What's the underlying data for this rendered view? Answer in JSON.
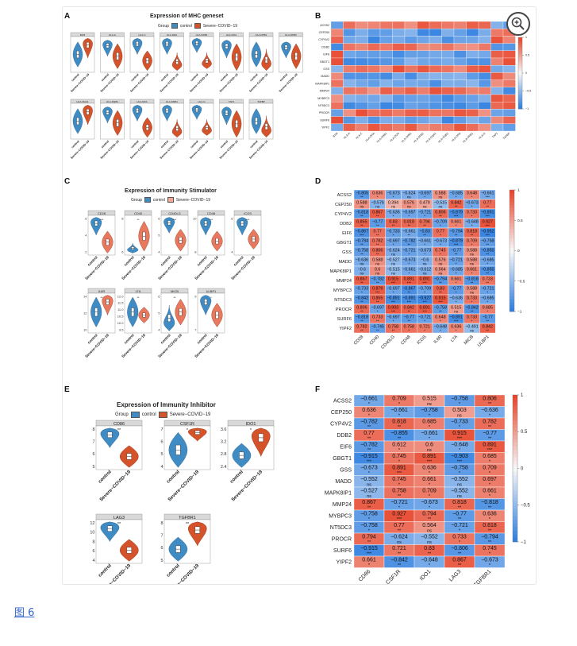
{
  "caption": "图 6",
  "colors": {
    "control": "#3f8bc4",
    "severe": "#d5532b",
    "heat_pos": "#e8452b",
    "heat_neg": "#2f7fe0",
    "caption_link": "#3366cc"
  },
  "legend": {
    "group_label": "Group",
    "control": "control",
    "severe": "Severe−COVID−19"
  },
  "genes": [
    "ACSS2",
    "CEP250",
    "CYP4V2",
    "DDB2",
    "EIF6",
    "GBGT1",
    "GSS",
    "MADD",
    "MAPK8IP1",
    "MMP24",
    "MYBPC3",
    "NT5DC3",
    "PROCR",
    "SURF6",
    "YIPF2"
  ],
  "colorbar_ticks": [
    "1",
    "0.5",
    "0",
    "−0.5",
    "−1"
  ],
  "panel_a": {
    "label": "A",
    "title": "Expression of MHC geneset",
    "facets": [
      "B2M",
      "HLA-A",
      "HLA-C",
      "HLA-DRA",
      "HLA-DRB1",
      "HLA-DOA",
      "HLA-DPB1",
      "HLA-DPB2",
      "HLA-DQA1",
      "HLA-DQB1",
      "HLA-DRA",
      "HLA-DRB1",
      "HLA-G",
      "TAP1",
      "TAPBP"
    ]
  },
  "panel_b": {
    "label": "B",
    "columns": [
      "B2M",
      "HLA-A",
      "HLA-C",
      "HLA-DRA",
      "HLA-DRB1",
      "HLA-DOA",
      "HLA-DPB1",
      "HLA-DPB2",
      "HLA-DQA1",
      "HLA-DQB1",
      "HLA-DRA",
      "HLA-DRB1",
      "HLA-G",
      "TAP1",
      "TAPBP"
    ]
  },
  "panel_c": {
    "label": "C",
    "title": "Expression of Immunity Stimulator",
    "facets": [
      {
        "name": "CD28",
        "ticks": [
          "6",
          "4",
          "2"
        ],
        "sig": "***"
      },
      {
        "name": "CD40",
        "ticks": [
          "8",
          "6"
        ],
        "sig": "**"
      },
      {
        "name": "CD40LG",
        "ticks": [
          "6",
          "5",
          "4"
        ],
        "sig": "***"
      },
      {
        "name": "CD48",
        "ticks": [
          "10",
          "8"
        ],
        "sig": "***"
      },
      {
        "name": "ICOS",
        "ticks": [
          "6",
          "4"
        ],
        "sig": "***"
      },
      {
        "name": "IL6R",
        "ticks": [
          "14",
          "12",
          "10"
        ],
        "sig": "**"
      },
      {
        "name": "LTA",
        "ticks": [
          "12.0",
          "11.5",
          "11.0",
          "10.5",
          "10.0",
          "9.5"
        ],
        "sig": "**"
      },
      {
        "name": "MICB",
        "ticks": [
          "6",
          "5",
          "4"
        ],
        "sig": "**"
      },
      {
        "name": "ULBP1",
        "ticks": [
          "9",
          "7"
        ],
        "sig": "*"
      }
    ]
  },
  "panel_d": {
    "label": "D",
    "columns": [
      "CD28",
      "CD40",
      "CD40LG",
      "CD48",
      "ICOS",
      "IL6R",
      "LTA",
      "MICB",
      "ULBP1"
    ],
    "values": [
      [
        "−0.805",
        "0.636",
        "−0.673",
        "−0.624",
        "−0.697",
        "0.588",
        "−0.685",
        "0.648",
        "−0.661"
      ],
      [
        "0.588",
        "−0.576",
        "0.394",
        "0.576",
        "0.479",
        "−0.515",
        "0.842",
        "−0.673",
        "0.77"
      ],
      [
        "−0.818",
        "0.867",
        "−0.636",
        "−0.697",
        "−0.721",
        "0.806",
        "−0.879",
        "0.733",
        "−0.891"
      ],
      [
        "0.855",
        "−0.77",
        "0.83",
        "0.818",
        "0.794",
        "−0.709",
        "0.661",
        "−0.648",
        "0.927"
      ],
      [
        "−0.867",
        "0.77",
        "−0.733",
        "−0.661",
        "−0.83",
        "0.77",
        "−0.794",
        "0.818",
        "−0.952"
      ],
      [
        "−0.794",
        "0.782",
        "−0.697",
        "−0.782",
        "−0.661",
        "−0.673",
        "−0.879",
        "0.709",
        "−0.758"
      ],
      [
        "−0.758",
        "0.806",
        "−0.624",
        "−0.721",
        "−0.673",
        "0.745",
        "−0.77",
        "0.588",
        "−0.855"
      ],
      [
        "−0.636",
        "0.588",
        "−0.527",
        "−0.673",
        "−0.6",
        "0.576",
        "−0.721",
        "0.588",
        "−0.685"
      ],
      [
        "−0.6",
        "0.6",
        "−0.515",
        "−0.661",
        "−0.612",
        "0.564",
        "−0.685",
        "0.661",
        "−0.855"
      ],
      [
        "0.867",
        "−0.782",
        "0.915",
        "0.891",
        "0.891",
        "−0.794",
        "0.661",
        "−0.818",
        "0.733"
      ],
      [
        "−0.733",
        "0.879",
        "−0.697",
        "−0.867",
        "−0.709",
        "0.83",
        "−0.77",
        "0.588",
        "−0.721"
      ],
      [
        "−0.842",
        "0.855",
        "−0.891",
        "−0.891",
        "−0.927",
        "0.915",
        "−0.636",
        "0.733",
        "−0.685"
      ],
      [
        "0.806",
        "−0.697",
        "0.903",
        "0.842",
        "0.891",
        "−0.758",
        "0.515",
        "−0.842",
        "0.685"
      ],
      [
        "−0.818",
        "0.733",
        "−0.697",
        "−0.77",
        "−0.721",
        "0.648",
        "−0.891",
        "0.733",
        "−0.77"
      ],
      [
        "0.782",
        "−0.745",
        "0.758",
        "0.758",
        "0.721",
        "−0.648",
        "0.636",
        "−0.491",
        "0.842"
      ]
    ],
    "sig": [
      [
        "**",
        "*",
        "*",
        "ns",
        "*",
        "ns",
        "*",
        "*",
        "***"
      ],
      [
        "ns",
        "ns",
        "ns",
        "ns",
        "ns",
        "ns",
        "**",
        "*",
        "**"
      ],
      [
        "**",
        "**",
        "*",
        "*",
        "*",
        "**",
        "***",
        "*",
        "***"
      ],
      [
        "**",
        "**",
        "**",
        "**",
        "**",
        "*",
        "*",
        "*",
        "***"
      ],
      [
        "***",
        "**",
        "*",
        "**",
        "**",
        "*",
        "**",
        "**",
        "***"
      ],
      [
        "**",
        "**",
        "*",
        "**",
        "*",
        "*",
        "***",
        "*",
        "**"
      ],
      [
        "**",
        "**",
        "ns",
        "*",
        "*",
        "*",
        "**",
        "ns",
        "**"
      ],
      [
        "ns",
        "ns",
        "ns",
        "*",
        "ns",
        "ns",
        "*",
        "ns",
        "*"
      ],
      [
        "ns",
        "ns",
        "ns",
        "*",
        "ns",
        "ns",
        "*",
        "*",
        "**"
      ],
      [
        "**",
        "**",
        "***",
        "***",
        "***",
        "**",
        "*",
        "**",
        "**"
      ],
      [
        "*",
        "***",
        "*",
        "**",
        "*",
        "**",
        "*",
        "ns",
        "*"
      ],
      [
        "**",
        "**",
        "***",
        "***",
        "***",
        "***",
        "*",
        "*",
        "*"
      ],
      [
        "**",
        "*",
        "***",
        "**",
        "***",
        "**",
        "ns",
        "**",
        "*"
      ],
      [
        "**",
        "**",
        "*",
        "**",
        "*",
        "*",
        "***",
        "*",
        "**"
      ],
      [
        "**",
        "**",
        "**",
        "*",
        "*",
        "*",
        "*",
        "ns",
        "**"
      ]
    ]
  },
  "panel_e": {
    "label": "E",
    "title": "Expression of Immunity Inhibitor",
    "facets": [
      {
        "name": "CD86",
        "ticks": [
          "8",
          "7",
          "6",
          "5"
        ],
        "sig": "**"
      },
      {
        "name": "CSF1R",
        "ticks": [
          "7",
          "6",
          "5",
          "4"
        ],
        "sig": "*"
      },
      {
        "name": "IDO1",
        "ticks": [
          "3.6",
          "3.2",
          "2.8",
          "2.4"
        ],
        "sig": "*"
      },
      {
        "name": "LAG3",
        "ticks": [
          "12",
          "10",
          "8",
          "6",
          "4"
        ],
        "sig": "**"
      },
      {
        "name": "TGFBR1",
        "ticks": [
          "8",
          "7",
          "6",
          "5"
        ],
        "sig": "**"
      }
    ]
  },
  "panel_f": {
    "label": "F",
    "columns": [
      "CD86",
      "CSF1R",
      "IDO1",
      "LAG3",
      "TGFBR1"
    ],
    "values": [
      [
        "−0.661",
        "0.709",
        "0.515",
        "−0.758",
        "0.806"
      ],
      [
        "0.636",
        "−0.661",
        "−0.758",
        "0.503",
        "−0.636"
      ],
      [
        "−0.782",
        "0.818",
        "0.685",
        "−0.733",
        "0.782"
      ],
      [
        "0.77",
        "−0.855",
        "−0.661",
        "0.915",
        "−0.77"
      ],
      [
        "−0.782",
        "0.612",
        "0.6",
        "−0.648",
        "0.891"
      ],
      [
        "−0.915",
        "0.745",
        "0.891",
        "−0.903",
        "0.685"
      ],
      [
        "−0.673",
        "0.891",
        "0.636",
        "−0.758",
        "0.709"
      ],
      [
        "−0.552",
        "0.745",
        "0.661",
        "−0.552",
        "0.697"
      ],
      [
        "−0.527",
        "0.758",
        "0.709",
        "−0.552",
        "0.661"
      ],
      [
        "0.867",
        "−0.721",
        "−0.673",
        "0.818",
        "−0.818"
      ],
      [
        "−0.758",
        "0.927",
        "0.794",
        "−0.77",
        "0.636"
      ],
      [
        "−0.758",
        "0.77",
        "0.564",
        "−0.721",
        "0.818"
      ],
      [
        "0.794",
        "−0.624",
        "−0.552",
        "0.733",
        "−0.794"
      ],
      [
        "−0.915",
        "0.721",
        "0.83",
        "−0.806",
        "0.745"
      ],
      [
        "0.661",
        "−0.842",
        "−0.648",
        "0.867",
        "−0.673"
      ]
    ],
    "sig": [
      [
        "*",
        "*",
        "ns",
        "*",
        "**"
      ],
      [
        "*",
        "*",
        "*",
        "ns",
        "*"
      ],
      [
        "**",
        "**",
        "*",
        "*",
        "**"
      ],
      [
        "**",
        "**",
        "*",
        "***",
        "**"
      ],
      [
        "**",
        "*",
        "ns",
        "*",
        "***"
      ],
      [
        "***",
        "*",
        "***",
        "***",
        "*"
      ],
      [
        "*",
        "***",
        "*",
        "*",
        "*"
      ],
      [
        "ns",
        "*",
        "*",
        "ns",
        "*"
      ],
      [
        "ns",
        "**",
        "*",
        "ns",
        "*"
      ],
      [
        "**",
        "*",
        "*",
        "**",
        "**"
      ],
      [
        "*",
        "***",
        "**",
        "**",
        "*"
      ],
      [
        "*",
        "**",
        "ns",
        "*",
        "**"
      ],
      [
        "**",
        "ns",
        "ns",
        "*",
        "**"
      ],
      [
        "***",
        "**",
        "**",
        "**",
        "*"
      ],
      [
        "*",
        "**",
        "*",
        "**",
        "*"
      ]
    ]
  }
}
